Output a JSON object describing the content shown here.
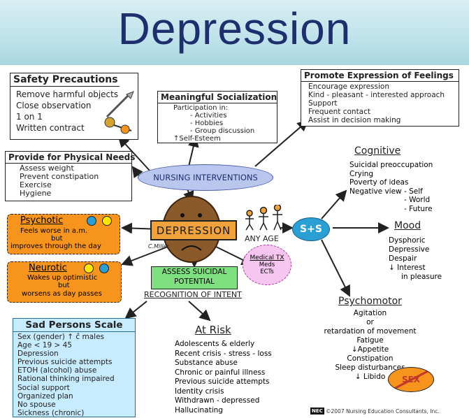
{
  "title": "Depression",
  "center": "DEPRESSION",
  "nursing_interventions": "NURSING INTERVENTIONS",
  "signature": "C.Miller",
  "any_age": "ANY AGE",
  "ss": "S+S",
  "safety": {
    "title": "Safety Precautions",
    "items": [
      "Remove harmful objects",
      "Close observation",
      "1 on 1",
      "Written contract"
    ]
  },
  "socialization": {
    "title": "Meaningful Socialization",
    "items": [
      "Participation in:",
      "- Activities",
      "- Hobbies",
      "- Group discussion",
      "↑Self-Esteem"
    ]
  },
  "expression": {
    "title": "Promote Expression of Feelings",
    "items": [
      "Encourage expression",
      "Kind - pleasant - interested approach",
      "Support",
      "Frequent contact",
      "Assist in decision making"
    ]
  },
  "physical": {
    "title": "Provide for Physical Needs",
    "items": [
      "Assess weight",
      "Prevent constipation",
      "Exercise",
      "Hygiene"
    ]
  },
  "psychotic": {
    "title": "Psychotic",
    "lines": [
      "Feels worse in a.m.",
      "but",
      "improves through the day"
    ]
  },
  "neurotic": {
    "title": "Neurotic",
    "lines": [
      "Wakes up optimistic",
      "but",
      "worsens as day passes"
    ]
  },
  "assess": {
    "lines": [
      "ASSESS SUICIDAL",
      "POTENTIAL"
    ],
    "sub": "RECOGNITION OF INTENT"
  },
  "medical": {
    "title": "Medical TX",
    "items": [
      "Meds",
      "ECTs"
    ]
  },
  "cognitive": {
    "title": "Cognitive",
    "items": [
      "Suicidal preoccupation",
      "Crying",
      "Poverty of ideas",
      "Negative view  - Self",
      "- World",
      "- Future"
    ]
  },
  "mood": {
    "title": "Mood",
    "items": [
      "Dysphoric",
      "Depressive",
      "Despair",
      "↓ Interest",
      "in pleasure"
    ]
  },
  "psychomotor": {
    "title": "Psychomotor",
    "items": [
      "Agitation",
      "or",
      "retardation of movement",
      "Fatigue",
      "↓Appetite",
      "Constipation",
      "Sleep disturbances",
      "↓ Libido"
    ]
  },
  "sex": "SEX",
  "at_risk": {
    "title": "At Risk",
    "items": [
      "Adolescents & elderly",
      "Recent crisis - stress - loss",
      "Substance abuse",
      "Chronic or painful illness",
      "Previous suicide attempts",
      "Identity crisis",
      "Withdrawn - depressed",
      "Hallucinating"
    ]
  },
  "sad_persons": {
    "title": "Sad Persons Scale",
    "items": [
      "Sex (gender) ↑ ĉ males",
      "Age < 19 > 45",
      "Depression",
      "Previous suicide attempts",
      "ETOH (alcohol) abuse",
      "Rational thinking impaired",
      "Social support",
      "Organized plan",
      "No spouse",
      "Sickness (chronic)"
    ]
  },
  "copyright": "©2007 Nursing Education Consultants, Inc.",
  "logo": "NEC",
  "colors": {
    "title": "#1e2f6e",
    "orange": "#f7941d",
    "oval": "#b9c7ee",
    "assess_fill": "#7ee07e",
    "sad_fill": "#c8ecff",
    "medical_fill": "#f6c6f0",
    "face": "#8b5a2b",
    "center_fill": "#f2a23a"
  }
}
